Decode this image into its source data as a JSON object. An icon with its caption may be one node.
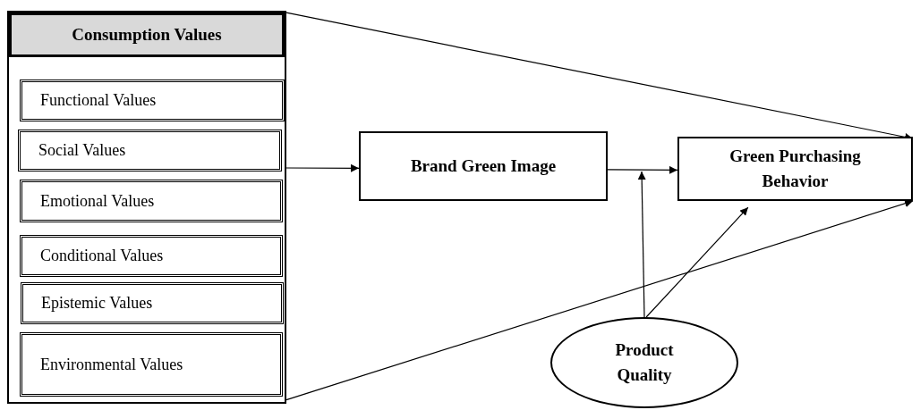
{
  "diagram": {
    "nodes": [
      {
        "text": [
          "Consumption Values"
        ]
      },
      {
        "text": [
          "Functional Values"
        ],
        "in": 0
      },
      {
        "text": [
          "Social Values"
        ],
        "in": 0
      },
      {
        "text": [
          "Emotional Values"
        ],
        "in": 0
      },
      {
        "text": [
          "Conditional Values"
        ],
        "in": 0
      },
      {
        "text": [
          "Epistemic Values"
        ],
        "in": 0
      },
      {
        "text": [
          "Environmental Values"
        ],
        "in": 0
      },
      {
        "text": [
          "Brand Green Image"
        ]
      },
      {
        "text": [
          "Green Purchasing Behavior"
        ]
      },
      {
        "text": [
          "Product Quality"
        ]
      }
    ],
    "edges": [
      {
        "from": 0,
        "to": 8,
        "arrow": "to"
      },
      {
        "from": 0,
        "to": 7,
        "arrow": "to"
      },
      {
        "from": 7,
        "to": 8,
        "arrow": "to"
      },
      {
        "from": 9,
        "to": null,
        "arrow": "to"
      },
      {
        "from": 9,
        "to": 8,
        "arrow": "to"
      },
      {
        "from": 0,
        "to": 8,
        "arrow": "to"
      }
    ]
  }
}
